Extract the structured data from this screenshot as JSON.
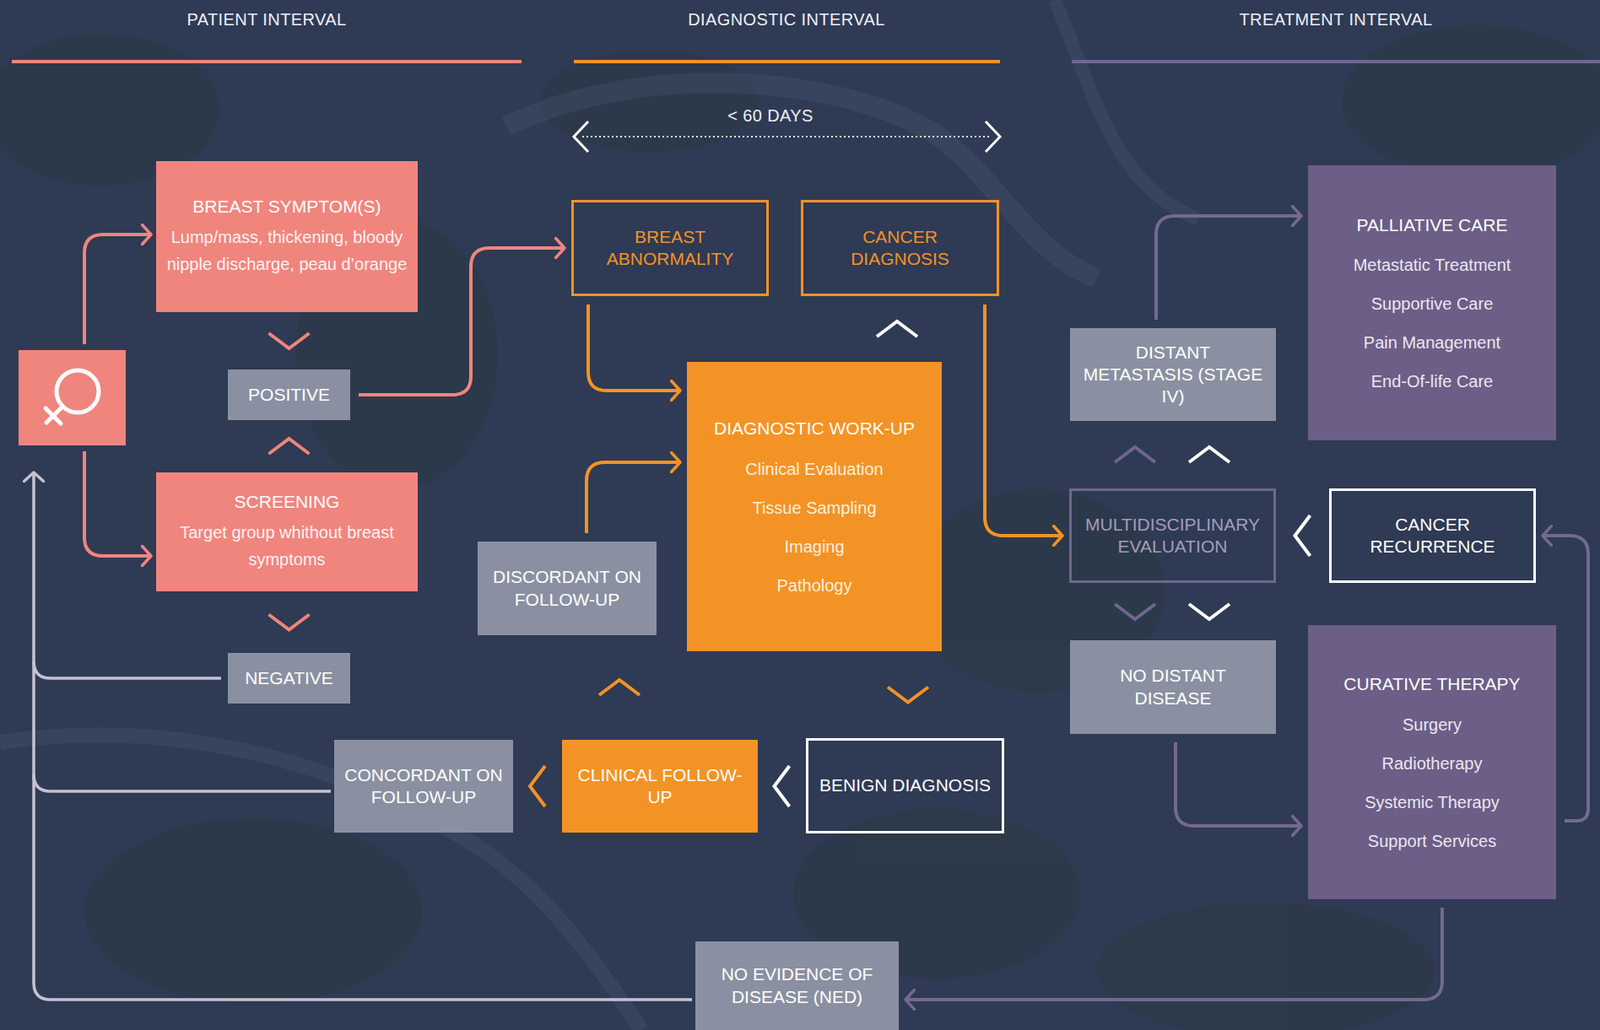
{
  "diagram": {
    "nodes": [
      {
        "text": [
          "BREAST SYMPTOM(S)",
          "Lump/mass, thickening, bloody nipple discharge, peau d’orange"
        ]
      },
      {
        "text": [
          "POSITIVE"
        ]
      },
      {
        "text": [
          "SCREENING",
          "Target group whithout breast symptoms"
        ]
      },
      {
        "text": [
          "NEGATIVE"
        ]
      },
      {
        "text": [
          "BREAST ABNORMALITY"
        ]
      },
      {
        "text": [
          "CANCER DIAGNOSIS"
        ]
      },
      {
        "text": [
          "DIAGNOSTIC WORK-UP",
          "Clinical Evaluation",
          "Tissue Sampling",
          "Imaging",
          "Pathology"
        ]
      },
      {
        "text": [
          "DISCORDANT ON FOLLOW-UP"
        ]
      },
      {
        "text": [
          "CONCORDANT ON FOLLOW-UP"
        ]
      },
      {
        "text": [
          "CLINICAL FOLLOW-UP"
        ]
      },
      {
        "text": [
          "BENIGN DIAGNOSIS"
        ]
      },
      {
        "text": [
          "DISTANT METASTASIS (STAGE IV)"
        ]
      },
      {
        "text": [
          "MULTIDISCIPLINARY EVALUATION"
        ]
      },
      {
        "text": [
          "NO DISTANT DISEASE"
        ]
      },
      {
        "text": [
          "PALLIATIVE CARE",
          "Metastatic Treatment",
          "Supportive Care",
          "Pain Management",
          "End-Of-life Care"
        ]
      },
      {
        "text": [
          "CANCER RECURRENCE"
        ]
      },
      {
        "text": [
          "CURATIVE THERAPY",
          "Surgery",
          "Radiotherapy",
          "Systemic Therapy",
          "Support Services"
        ]
      },
      {
        "text": [
          "NO EVIDENCE OF DISEASE (NED)"
        ]
      }
    ],
    "edges": [
      {
        "from": 0,
        "to": 1,
        "arrow": "to"
      },
      {
        "from": 2,
        "to": 1,
        "arrow": "to"
      },
      {
        "from": 2,
        "to": 3,
        "arrow": "to"
      },
      {
        "from": 1,
        "to": 4,
        "arrow": "to"
      },
      {
        "from": 4,
        "to": 6,
        "arrow": "to"
      },
      {
        "from": 6,
        "to": 5,
        "arrow": "to"
      },
      {
        "from": 5,
        "to": 12,
        "arrow": "to"
      },
      {
        "from": 6,
        "to": 10,
        "arrow": "to"
      },
      {
        "from": 10,
        "to": 9,
        "arrow": "to"
      },
      {
        "from": 9,
        "to": 8,
        "arrow": "to"
      },
      {
        "from": 9,
        "to": 7,
        "arrow": "to"
      },
      {
        "from": 7,
        "to": 6,
        "arrow": "to"
      },
      {
        "from": 12,
        "to": 11,
        "arrow": "to"
      },
      {
        "from": 12,
        "to": 13,
        "arrow": "to"
      },
      {
        "from": 11,
        "to": 14,
        "arrow": "to"
      },
      {
        "from": 13,
        "to": 16,
        "arrow": "to"
      },
      {
        "from": 15,
        "to": 12,
        "arrow": "to"
      },
      {
        "from": 16,
        "to": 17,
        "arrow": "to"
      },
      {
        "from": 16,
        "to": 15,
        "arrow": "to"
      }
    ],
    "labels": [
      "PATIENT INTERVAL",
      "DIAGNOSTIC INTERVAL",
      "TREATMENT INTERVAL",
      "< 60 DAYS"
    ]
  }
}
